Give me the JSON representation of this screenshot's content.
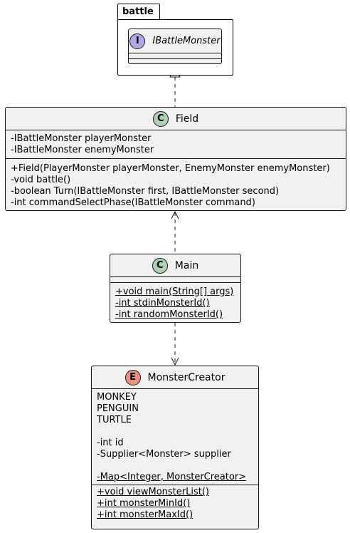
{
  "package": {
    "name": "battle"
  },
  "interface": {
    "stereotype": "I",
    "name": "IBattleMonster"
  },
  "field": {
    "stereotype": "C",
    "name": "Field",
    "attributes": [
      "-IBattleMonster playerMonster",
      "-IBattleMonster enemyMonster"
    ],
    "methods": [
      "+Field(PlayerMonster playerMonster, EnemyMonster enemyMonster)",
      "-void battle()",
      "-boolean Turn(IBattleMonster first, IBattleMonster second)",
      "-int commandSelectPhase(IBattleMonster command)"
    ]
  },
  "main": {
    "stereotype": "C",
    "name": "Main",
    "methods": [
      "+void main(String[] args)",
      "-int stdinMonsterId()",
      "-int randomMonsterId()"
    ]
  },
  "monster_creator": {
    "stereotype": "E",
    "name": "MonsterCreator",
    "constants": [
      "MONKEY",
      "PENGUIN",
      "TURTLE"
    ],
    "fields": [
      "-int id",
      "-Supplier<Monster> supplier"
    ],
    "static_field": "-Map<Integer, MonsterCreator>",
    "methods": [
      "+void viewMonsterList()",
      "+int monsterMinId()",
      "+int monsterMaxId()"
    ]
  },
  "colors": {
    "class_fill": "#f1f1f1",
    "class_badge": "#add1b2",
    "interface_badge": "#b4a7e5",
    "enum_badge": "#eb937f",
    "border": "#181818"
  }
}
